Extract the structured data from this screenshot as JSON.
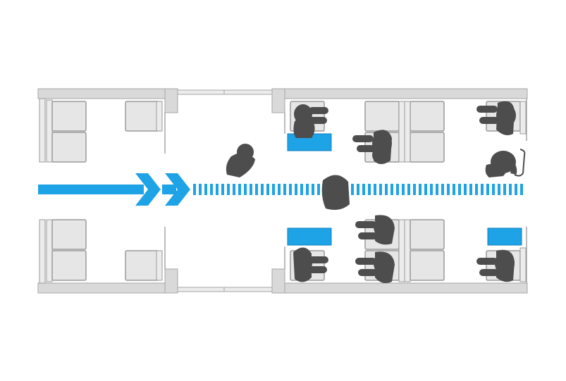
{
  "diagram": {
    "kind": "train car floor plan (top view)",
    "colors": {
      "background": "#ffffff",
      "wall": "#d9d9d9",
      "wall_stroke": "#a6a6a6",
      "seat": "#e6e6e6",
      "seat_stroke": "#9a9a9a",
      "passenger": "#4d4d4d",
      "accent_blue": "#1ea3e6"
    },
    "icons": {
      "flow_arrow": "double-chevron-arrow",
      "path": "dashed-walkway-line",
      "passenger": "seated-person-silhouette",
      "standing": "standing-person-silhouette",
      "highlight": "blue-table-marker"
    }
  }
}
